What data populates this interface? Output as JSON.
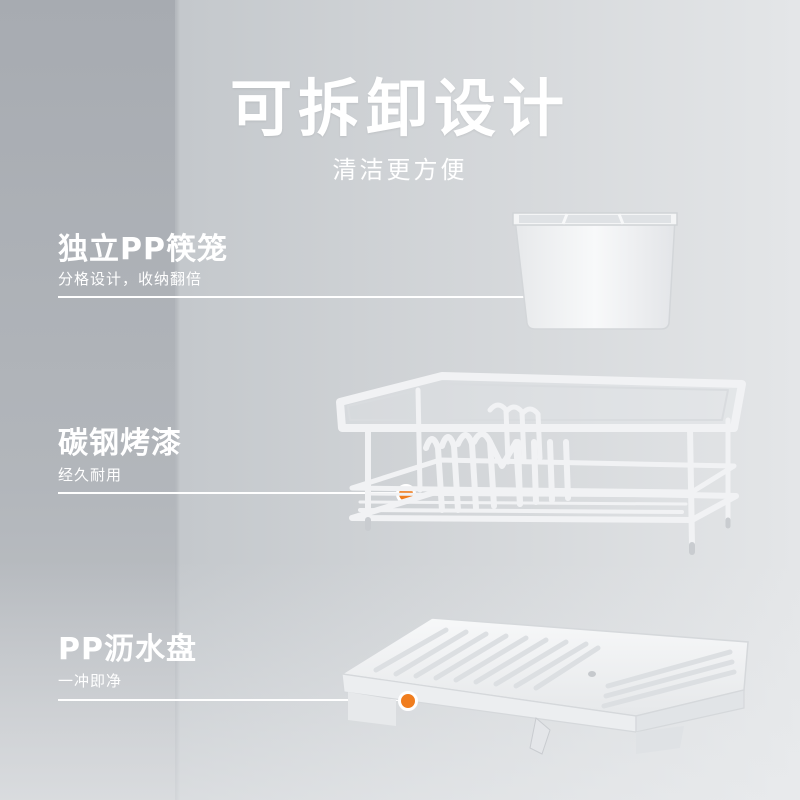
{
  "headline": {
    "title": "可拆卸设计",
    "subtitle": "清洁更方便"
  },
  "features": [
    {
      "name": "独立PP筷笼",
      "desc": "分格设计，收纳翻倍"
    },
    {
      "name": "碳钢烤漆",
      "desc": "经久耐用"
    },
    {
      "name": "PP沥水盘",
      "desc": "一冲即净"
    }
  ],
  "colors": {
    "accent": "#f07d1e",
    "text": "#ffffff",
    "product": "#f4f5f6"
  }
}
